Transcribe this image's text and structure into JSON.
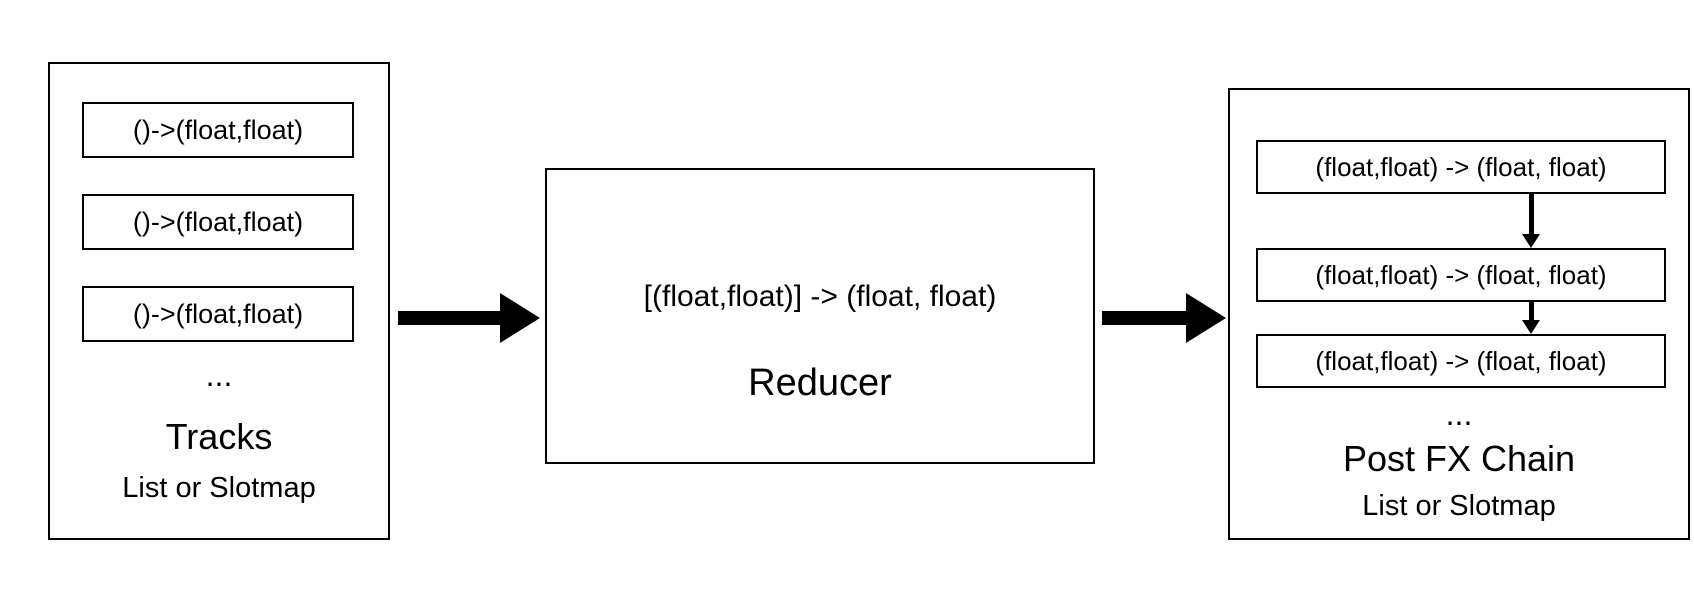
{
  "tracks": {
    "title": "Tracks",
    "subtitle": "List or Slotmap",
    "ellipsis": "...",
    "items": [
      "()-&gt;(float,float)",
      "()->(float,float)",
      "()->(float,float)"
    ]
  },
  "reducer": {
    "signature": "[(float,float)] -> (float, float)",
    "title": "Reducer"
  },
  "post_fx": {
    "title": "Post FX Chain",
    "subtitle": "List or Slotmap",
    "ellipsis": "...",
    "items": [
      "(float,float) -> (float, float)",
      "(float,float) -> (float, float)",
      "(float,float) -> (float, float)"
    ]
  },
  "colors": {
    "line": "#000000",
    "background": "#ffffff"
  }
}
